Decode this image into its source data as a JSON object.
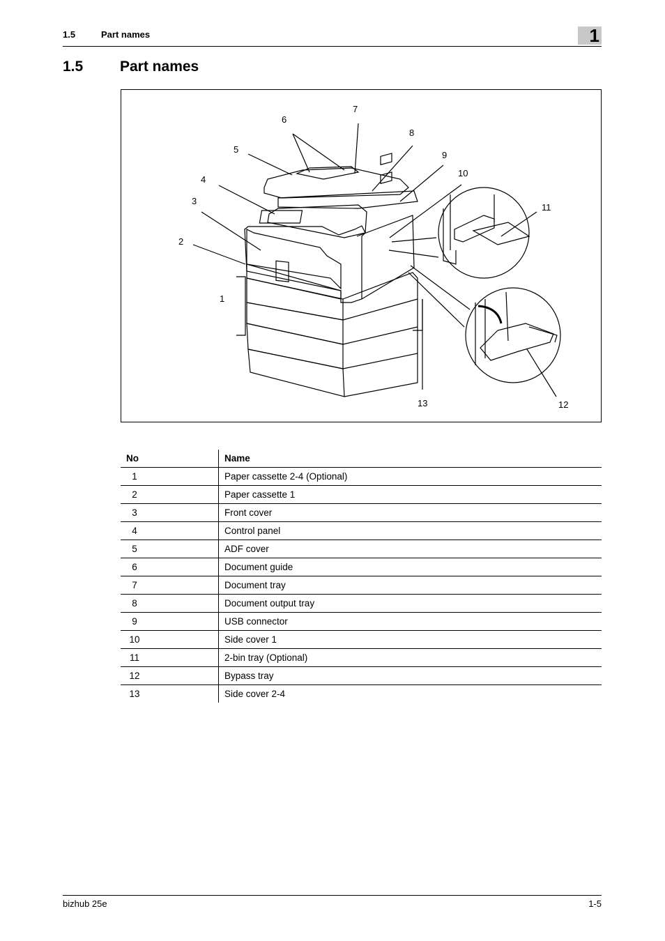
{
  "header": {
    "section_number": "1.5",
    "section_title": "Part names",
    "chapter": "1"
  },
  "heading": {
    "number": "1.5",
    "title": "Part names"
  },
  "figure": {
    "callouts": [
      "1",
      "2",
      "3",
      "4",
      "5",
      "6",
      "7",
      "8",
      "9",
      "10",
      "11",
      "12",
      "13"
    ]
  },
  "table": {
    "headers": {
      "no": "No",
      "name": "Name"
    },
    "rows": [
      {
        "no": "1",
        "name": "Paper cassette 2-4 (Optional)"
      },
      {
        "no": "2",
        "name": "Paper cassette 1"
      },
      {
        "no": "3",
        "name": "Front cover"
      },
      {
        "no": "4",
        "name": "Control panel"
      },
      {
        "no": "5",
        "name": "ADF cover"
      },
      {
        "no": "6",
        "name": "Document guide"
      },
      {
        "no": "7",
        "name": "Document tray"
      },
      {
        "no": "8",
        "name": "Document output tray"
      },
      {
        "no": "9",
        "name": "USB connector"
      },
      {
        "no": "10",
        "name": "Side cover 1"
      },
      {
        "no": "11",
        "name": "2-bin tray (Optional)"
      },
      {
        "no": "12",
        "name": "Bypass tray"
      },
      {
        "no": "13",
        "name": "Side cover 2-4"
      }
    ]
  },
  "footer": {
    "product": "bizhub 25e",
    "page": "1-5"
  }
}
